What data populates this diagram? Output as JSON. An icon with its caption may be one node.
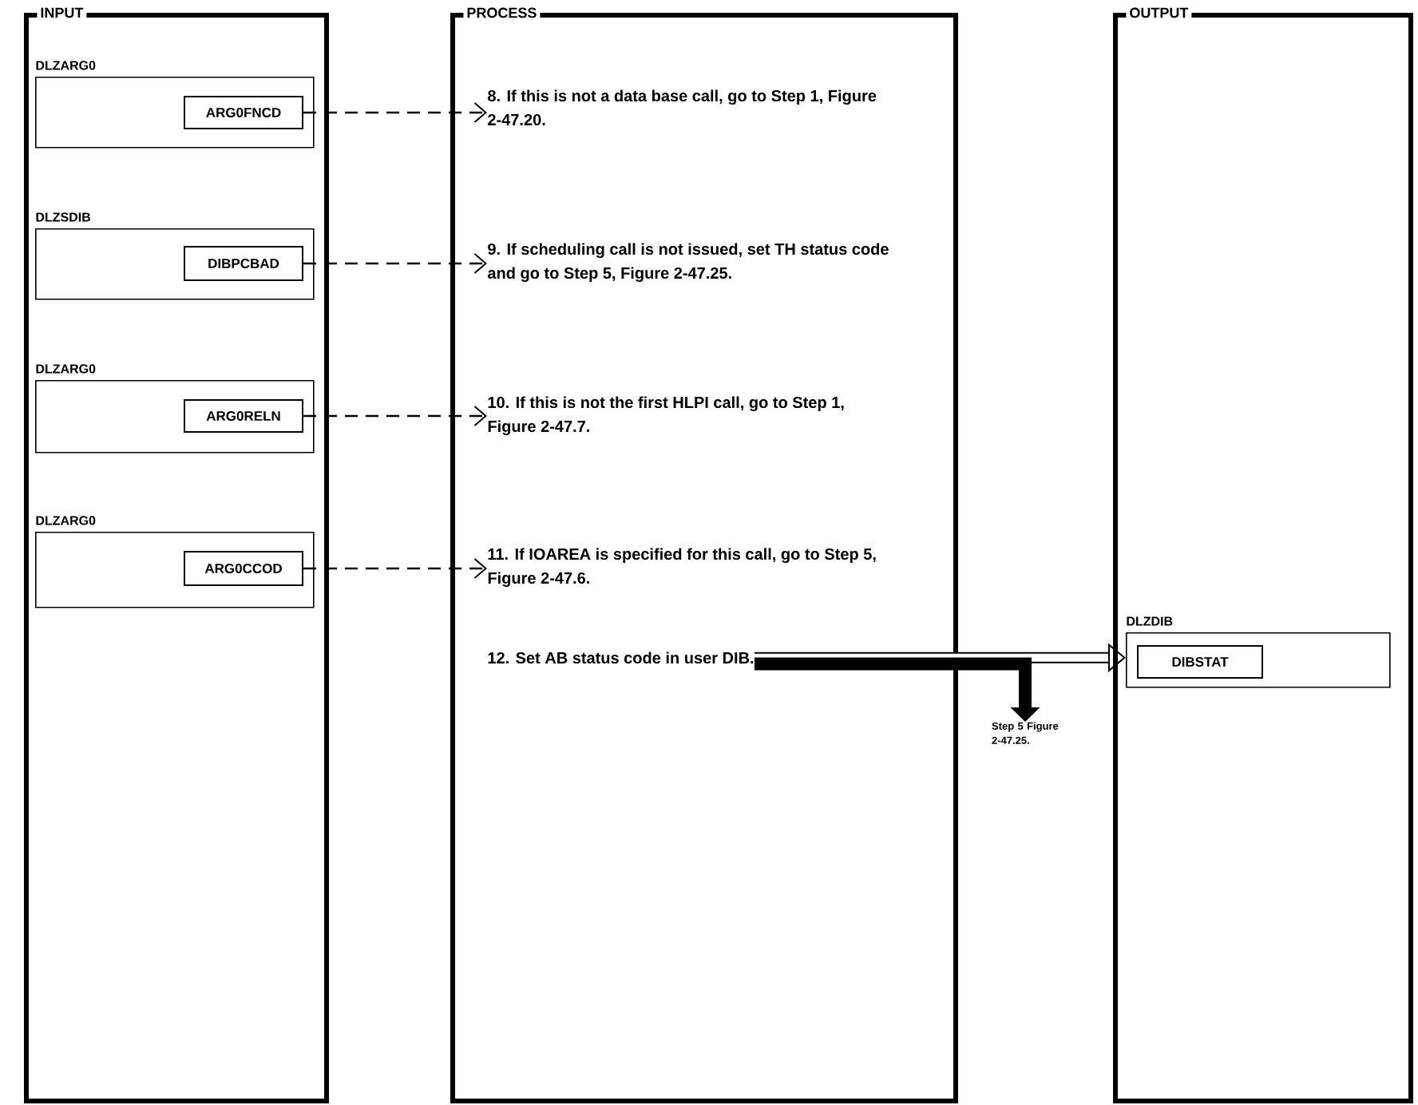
{
  "diagram": {
    "nodes": [
      {
        "text": [
          "INPUT"
        ]
      },
      {
        "text": [
          "PROCESS"
        ]
      },
      {
        "text": [
          "OUTPUT"
        ]
      },
      {
        "text": [
          "DLZARG0"
        ],
        "in": 0
      },
      {
        "text": [
          "ARG0FNCD"
        ],
        "in": 3
      },
      {
        "text": [
          "DLZSDIB"
        ],
        "in": 0
      },
      {
        "text": [
          "DIBPCBAD"
        ],
        "in": 5
      },
      {
        "text": [
          "DLZARG0"
        ],
        "in": 0
      },
      {
        "text": [
          "ARG0RELN"
        ],
        "in": 7
      },
      {
        "text": [
          "DLZARG0"
        ],
        "in": 0
      },
      {
        "text": [
          "ARG0CCOD"
        ],
        "in": 9
      },
      {
        "text": [
          "8. If this is not a data base call, go to Step 1, Figure 2-47.20."
        ],
        "in": 1
      },
      {
        "text": [
          "9. If scheduling call is not issued, set TH status code and go to Step 5, Figure 2-47.25."
        ],
        "in": 1
      },
      {
        "text": [
          "10. If this is not the first HLPI call, go to Step 1, Figure 2-47.7."
        ],
        "in": 1
      },
      {
        "text": [
          "11. If IOAREA is specified for this call, go to Step 5, Figure 2-47.6."
        ],
        "in": 1
      },
      {
        "text": [
          "12. Set AB status code in user DIB."
        ],
        "in": 1
      },
      {
        "text": [
          "DLZDIB"
        ],
        "in": 2
      },
      {
        "text": [
          "DIBSTAT"
        ],
        "in": 16
      },
      {
        "text": [
          "Step 5 Figure 2-47.25."
        ]
      }
    ],
    "edges": [
      {
        "from": 4,
        "to": 11,
        "arrow": "to",
        "style": "dashed"
      },
      {
        "from": 6,
        "to": 12,
        "arrow": "to",
        "style": "dashed"
      },
      {
        "from": 8,
        "to": 13,
        "arrow": "to",
        "style": "dashed"
      },
      {
        "from": 10,
        "to": 14,
        "arrow": "to",
        "style": "dashed"
      },
      {
        "from": 15,
        "to": 16,
        "arrow": "to",
        "style": "thick"
      },
      {
        "from": 15,
        "to": 18,
        "arrow": "to",
        "style": "thick"
      }
    ]
  }
}
